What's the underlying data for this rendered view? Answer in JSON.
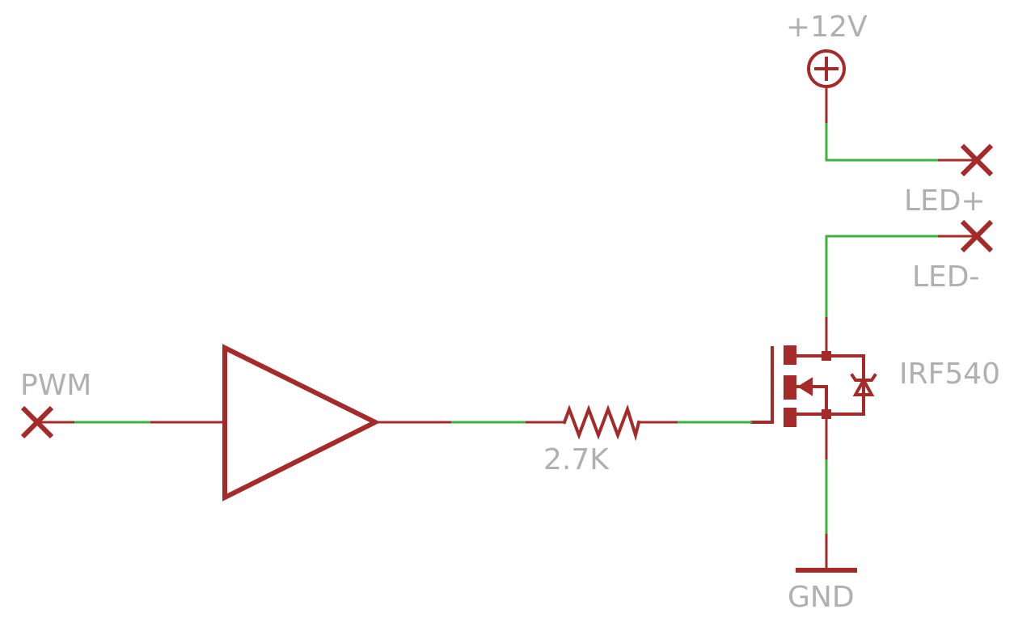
{
  "labels": {
    "supply": "+12V",
    "ground": "GND",
    "led_plus": "LED+",
    "led_minus": "LED-",
    "pwm": "PWM",
    "resistor": "2.7K",
    "mosfet": "IRF540"
  },
  "colors": {
    "symbol": "#a52a2a",
    "wire": "#3cb43c",
    "label": "#b0b0b0",
    "background": "#ffffff"
  }
}
